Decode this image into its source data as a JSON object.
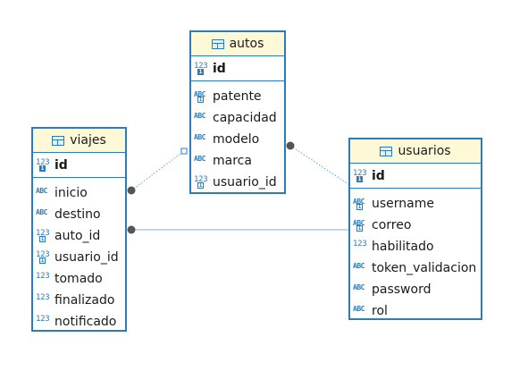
{
  "entities": {
    "autos": {
      "name": "autos",
      "pk": {
        "type": "123",
        "name": "id"
      },
      "columns": [
        {
          "type": "ABC",
          "name": "patente",
          "key": true
        },
        {
          "type": "ABC",
          "name": "capacidad",
          "key": false
        },
        {
          "type": "ABC",
          "name": "modelo",
          "key": false
        },
        {
          "type": "ABC",
          "name": "marca",
          "key": false
        },
        {
          "type": "123",
          "name": "usuario_id",
          "key": true
        }
      ]
    },
    "viajes": {
      "name": "viajes",
      "pk": {
        "type": "123",
        "name": "id"
      },
      "columns": [
        {
          "type": "ABC",
          "name": "inicio",
          "key": false
        },
        {
          "type": "ABC",
          "name": "destino",
          "key": false
        },
        {
          "type": "123",
          "name": "auto_id",
          "key": true
        },
        {
          "type": "123",
          "name": "usuario_id",
          "key": true
        },
        {
          "type": "123",
          "name": "tomado",
          "key": false
        },
        {
          "type": "123",
          "name": "finalizado",
          "key": false
        },
        {
          "type": "123",
          "name": "notificado",
          "key": false
        }
      ]
    },
    "usuarios": {
      "name": "usuarios",
      "pk": {
        "type": "123",
        "name": "id"
      },
      "columns": [
        {
          "type": "ABC",
          "name": "username",
          "key": true
        },
        {
          "type": "ABC",
          "name": "correo",
          "key": true
        },
        {
          "type": "123",
          "name": "habilitado",
          "key": false
        },
        {
          "type": "ABC",
          "name": "token_validacion",
          "key": false
        },
        {
          "type": "ABC",
          "name": "password",
          "key": false
        },
        {
          "type": "ABC",
          "name": "rol",
          "key": false
        }
      ]
    }
  },
  "colors": {
    "border": "#2b7bbf",
    "header_bg": "#fdf8d6",
    "icon": "#2d7ab8",
    "link": "#5fa3d6",
    "endpoint": "#555555"
  },
  "relationships": [
    {
      "from": "viajes",
      "to": "autos",
      "style": "dotted"
    },
    {
      "from": "autos",
      "to": "usuarios",
      "style": "dotted"
    },
    {
      "from": "viajes",
      "to": "usuarios",
      "style": "solid"
    }
  ]
}
